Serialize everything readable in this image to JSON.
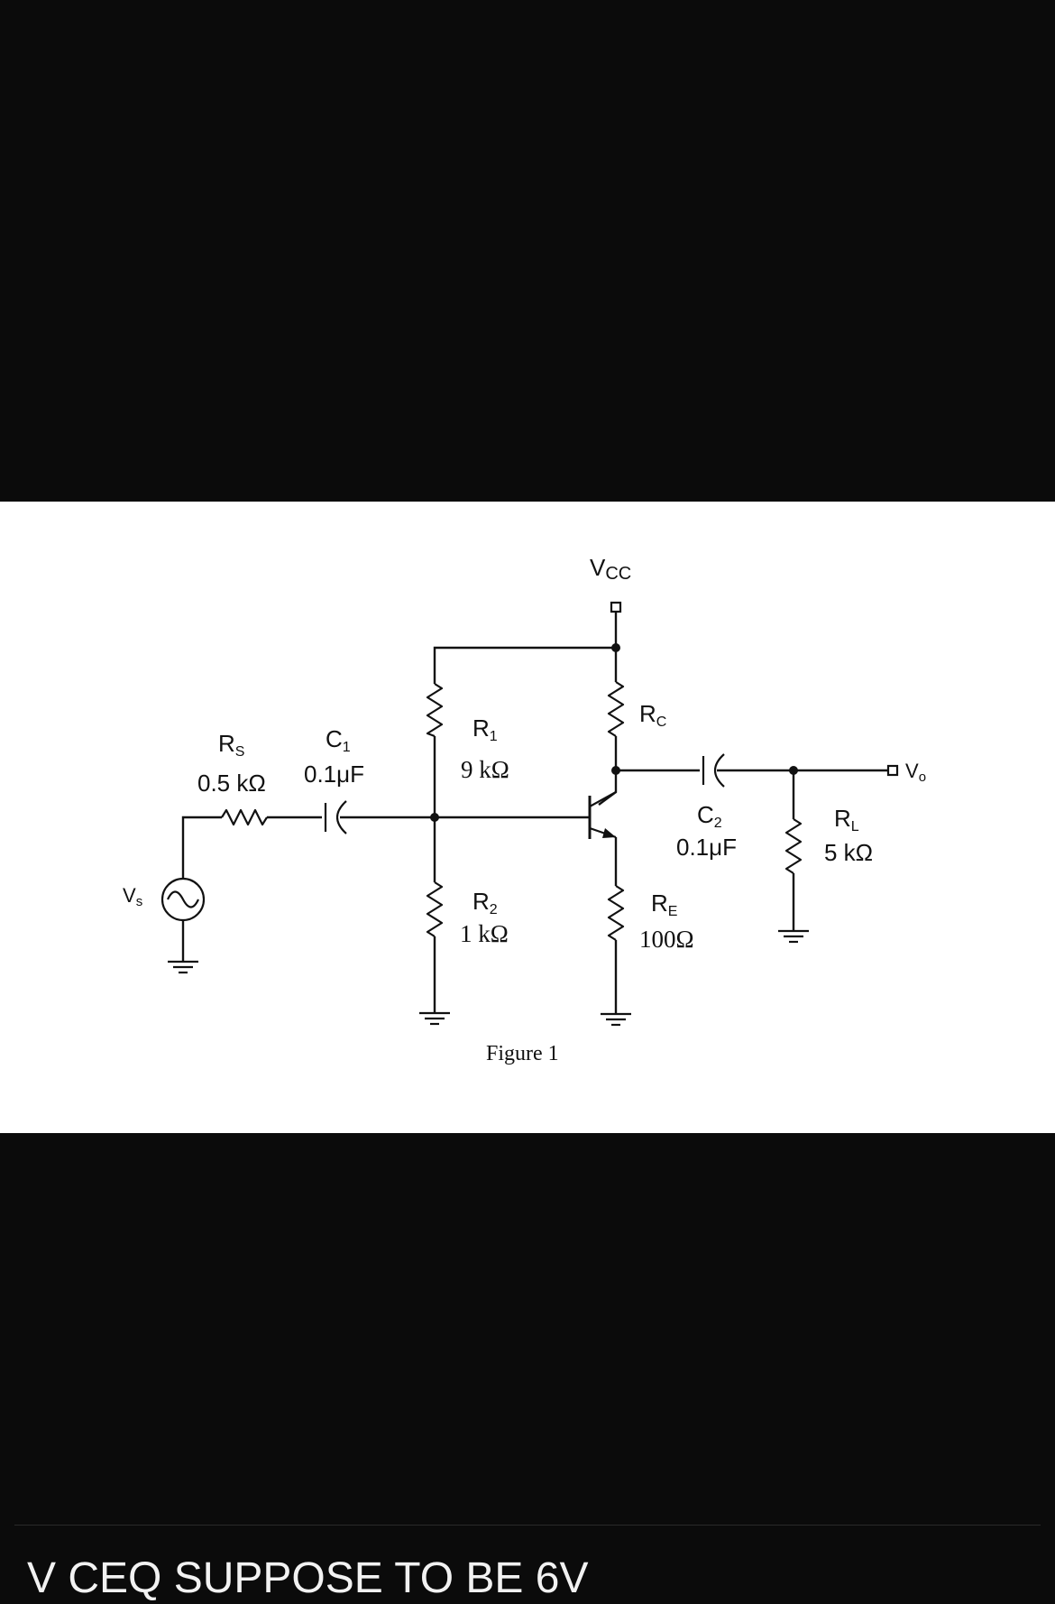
{
  "diagram": {
    "vcc": {
      "main": "V",
      "sub": "CC"
    },
    "rs": {
      "main": "R",
      "sub": "S",
      "value": "0.5 kΩ"
    },
    "c1": {
      "main": "C",
      "sub": "1",
      "value": "0.1μF"
    },
    "r1": {
      "main": "R",
      "sub": "1",
      "value": "9 kΩ"
    },
    "r2": {
      "main": "R",
      "sub": "2",
      "value": "1 kΩ"
    },
    "rc": {
      "main": "R",
      "sub": "C"
    },
    "re": {
      "main": "R",
      "sub": "E",
      "value": "100Ω"
    },
    "c2": {
      "main": "C",
      "sub": "2",
      "value": "0.1μF"
    },
    "rl": {
      "main": "R",
      "sub": "L",
      "value": "5 kΩ"
    },
    "vs": {
      "main": "V",
      "sub": "s"
    },
    "vo": {
      "main": "V",
      "sub": "o"
    },
    "figure_caption": "Figure 1"
  },
  "caption": "V CEQ SUPPOSE TO BE 6V",
  "colors": {
    "background": "#0b0b0b",
    "panel": "#ffffff",
    "ink": "#111111",
    "caption_text": "#f2f2f2"
  }
}
